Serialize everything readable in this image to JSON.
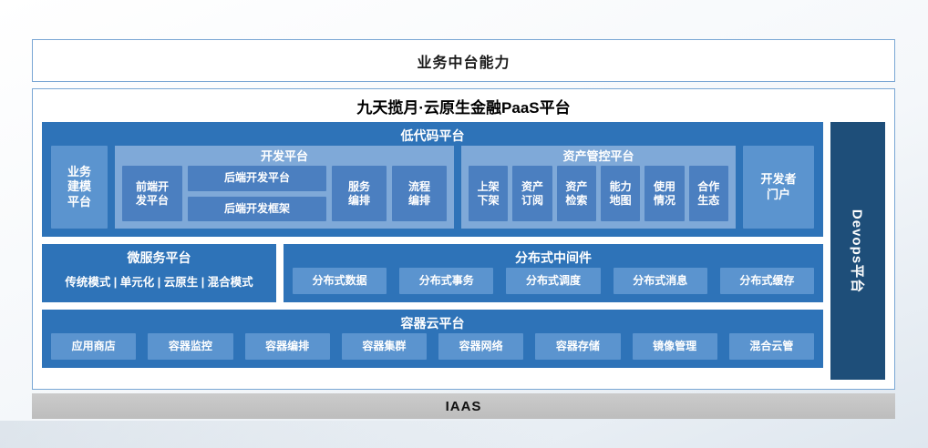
{
  "top": {
    "capability": "业务中台能力",
    "title": "九天揽月·云原生金融PaaS平台"
  },
  "lowcode": {
    "title": "低代码平台",
    "business_modeling": "业务\n建模\n平台",
    "dev": {
      "title": "开发平台",
      "frontend": "前端开\n发平台",
      "backend_platform": "后端开发平台",
      "backend_framework": "后端开发框架",
      "service": "服务\n编排",
      "process": "流程\n编排"
    },
    "asset": {
      "title": "资产管控平台",
      "items": [
        "上架\n下架",
        "资产\n订阅",
        "资产\n检索",
        "能力\n地图",
        "使用\n情况",
        "合作\n生态"
      ]
    },
    "developer_portal": "开发者\n门户"
  },
  "micro": {
    "title": "微服务平台",
    "modes": "传统模式 | 单元化 | 云原生 | 混合模式"
  },
  "middleware": {
    "title": "分布式中间件",
    "items": [
      "分布式数据",
      "分布式事务",
      "分布式调度",
      "分布式消息",
      "分布式缓存"
    ]
  },
  "container": {
    "title": "容器云平台",
    "items": [
      "应用商店",
      "容器监控",
      "容器编排",
      "容器集群",
      "容器网络",
      "容器存储",
      "镜像管理",
      "混合云管"
    ]
  },
  "devops": {
    "label": "Devops平台"
  },
  "iaas": {
    "label": "IAAS"
  },
  "colors": {
    "section_blue": "#2e73b8",
    "panel_blue": "#7fa9d8",
    "leaf_dark": "#4b7fc0",
    "leaf_light": "#5b94cf",
    "devops_navy": "#1e4e79",
    "iaas_gray": "#c2c2c2",
    "border_blue": "#7aa7d4"
  }
}
